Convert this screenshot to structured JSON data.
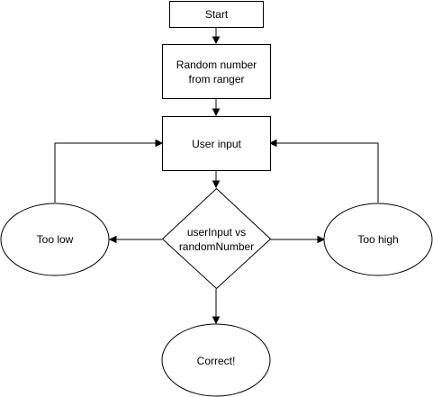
{
  "diagram": {
    "nodes": {
      "start": {
        "label": "Start"
      },
      "random": {
        "label_line1": "Random number",
        "label_line2": "from ranger"
      },
      "input": {
        "label": "User input"
      },
      "compare": {
        "label_line1": "userInput vs",
        "label_line2": "randomNumber"
      },
      "too_low": {
        "label": "Too low"
      },
      "too_high": {
        "label": "Too high"
      },
      "correct": {
        "label": "Correct!"
      }
    }
  }
}
